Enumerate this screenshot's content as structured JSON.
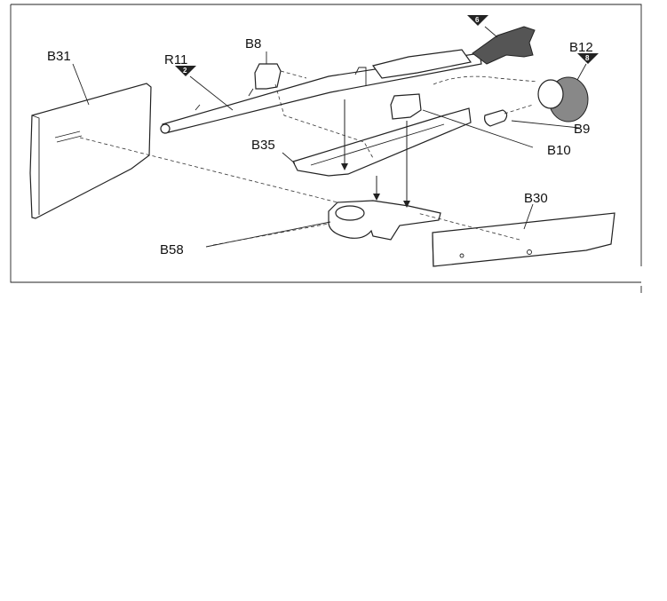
{
  "diagram": {
    "parts": {
      "b31": "B31",
      "r11": "R11",
      "b8": "B8",
      "b12": "B12",
      "b9": "B9",
      "b10": "B10",
      "b35": "B35",
      "b58": "B58",
      "b30": "B30"
    },
    "markers": {
      "stock": "6",
      "barrel": "2",
      "drum": "8"
    },
    "colors": {
      "line": "#222222",
      "stock_fill": "#555555",
      "drum_fill": "#777777"
    }
  }
}
